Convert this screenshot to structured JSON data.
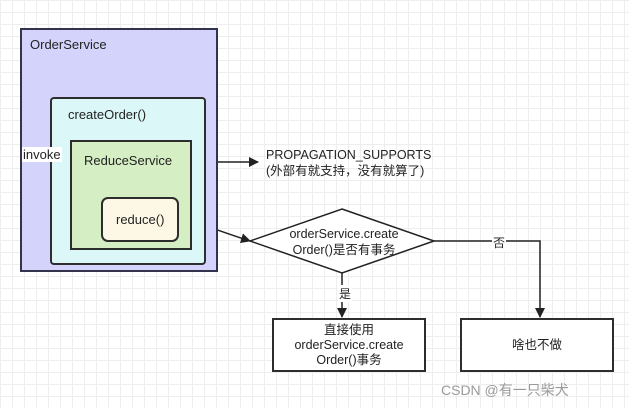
{
  "diagram": {
    "nodes": {
      "order_service": "OrderService",
      "create_order": "createOrder()",
      "reduce_service": "ReduceService",
      "reduce": "reduce()",
      "decision_line1": "orderService.create",
      "decision_line2": "Order()是否有事务",
      "action_line1": "直接使用",
      "action_line2": "orderService.create",
      "action_line3": "Order()事务",
      "noop": "啥也不做"
    },
    "note": {
      "line1": "PROPAGATION_SUPPORTS",
      "line2": "(外部有就支持，没有就算了)"
    },
    "edge_labels": {
      "invoke": "invoke",
      "yes": "是",
      "no": "否"
    },
    "watermark": "CSDN @有一只柴犬"
  }
}
